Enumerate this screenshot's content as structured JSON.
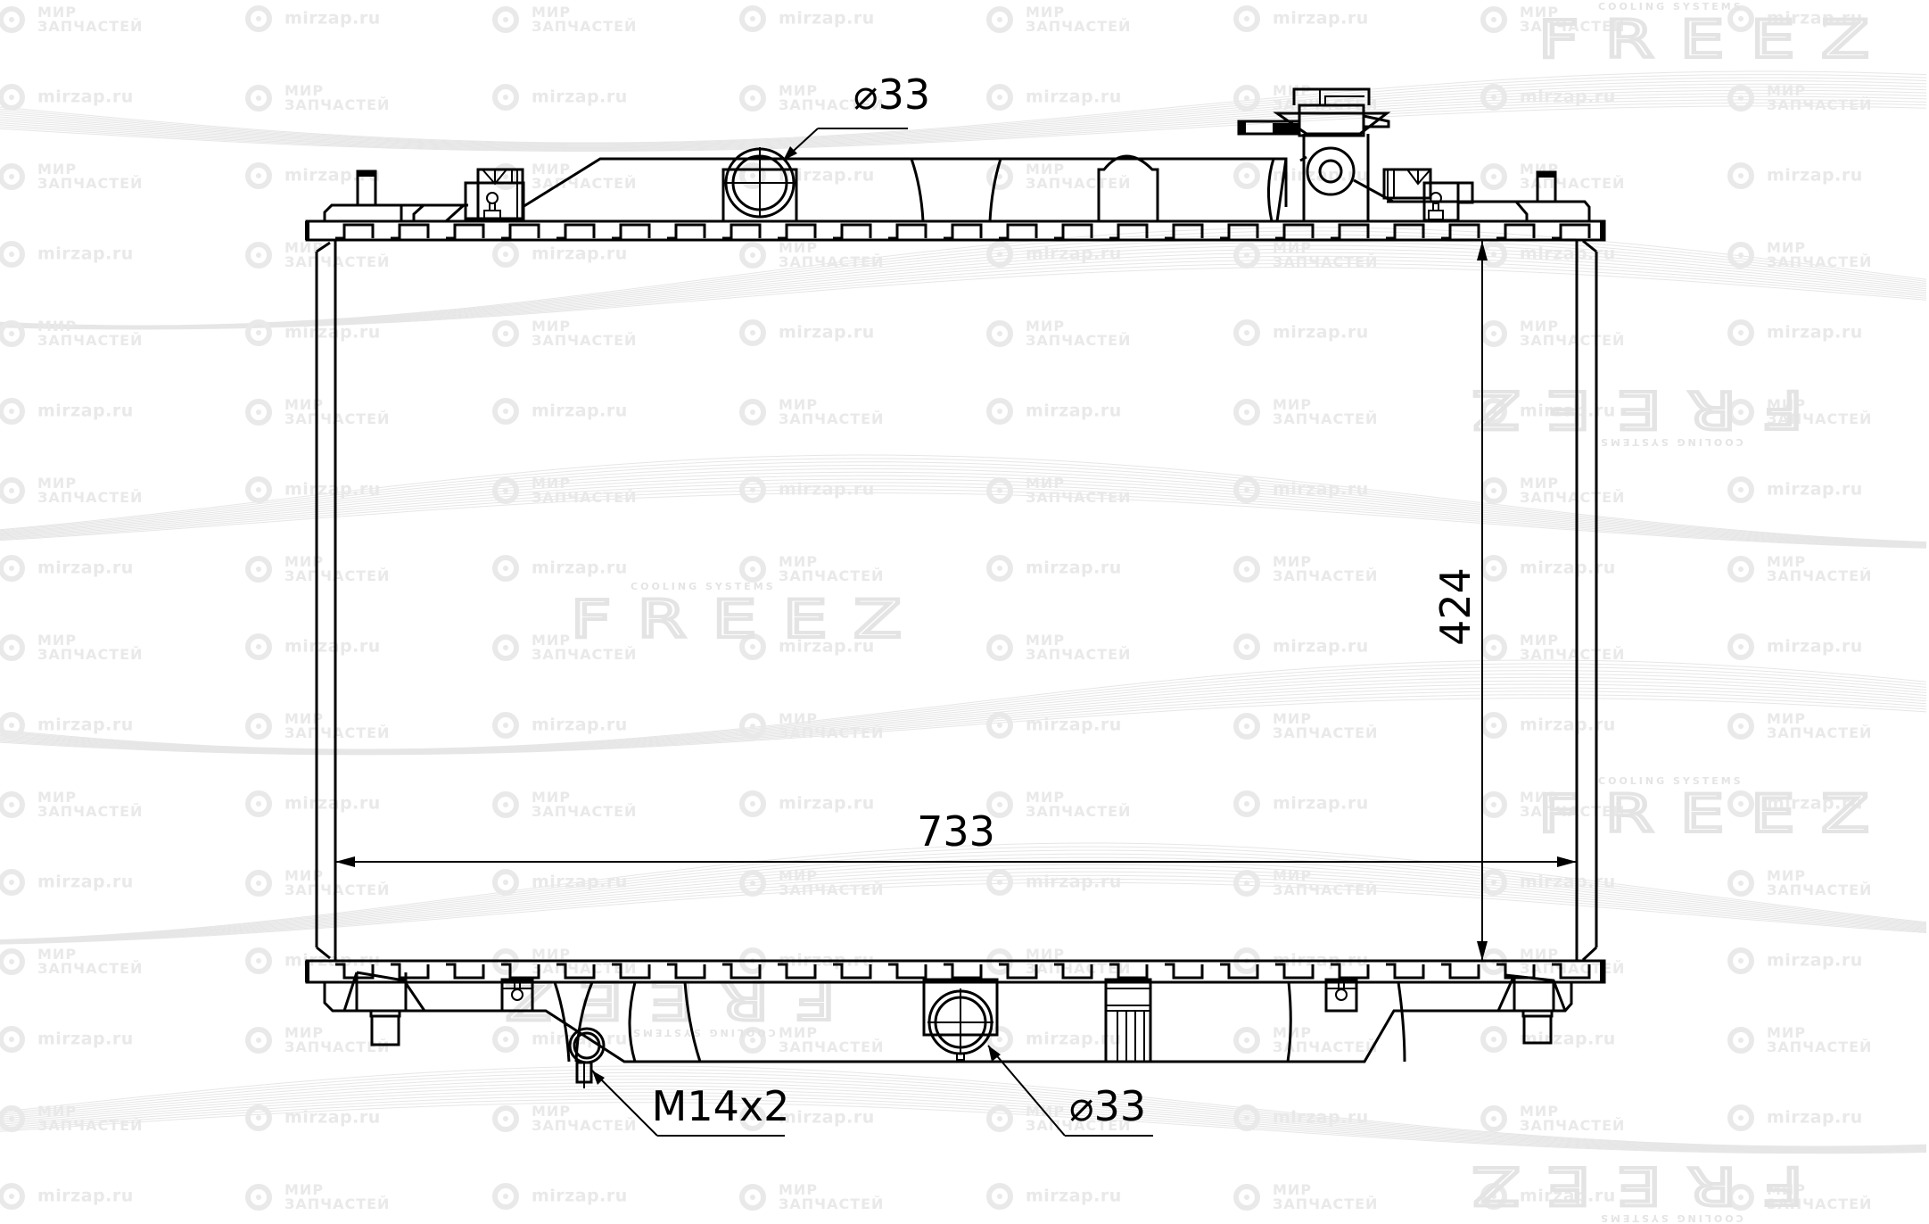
{
  "drawing": {
    "subject": "radiator",
    "dimensions": {
      "width": {
        "value": "733",
        "orientation": "horizontal"
      },
      "height": {
        "value": "424",
        "orientation": "vertical"
      }
    },
    "callouts": {
      "top_inlet": {
        "label": "⌀33",
        "symbol": "⌀",
        "value": "33"
      },
      "bottom_outlet": {
        "label": "⌀33",
        "symbol": "⌀",
        "value": "33"
      },
      "drain_plug": {
        "label": "M14x2"
      }
    },
    "colors": {
      "line": "#000000",
      "background": "#ffffff",
      "watermark": "#e9e9e9"
    }
  },
  "watermarks": {
    "brand_ru_line1": "МИР",
    "brand_ru_line2": "ЗАПЧАСТЕЙ",
    "site": "mirzap.ru",
    "logo_text": "FREEZ",
    "logo_tagline": "COOLING SYSTEMS"
  }
}
